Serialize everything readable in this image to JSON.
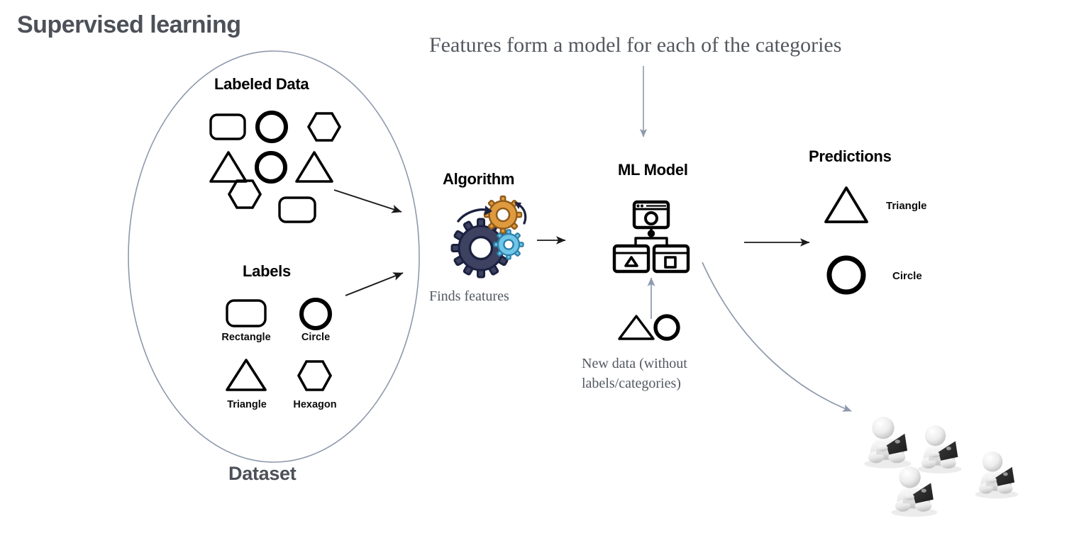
{
  "slide": {
    "title": "Supervised learning",
    "headline": "Features form a model for each of the categories"
  },
  "colors": {
    "title": "#4c5159",
    "headline": "#53585f",
    "ellipse_stroke": "#8e99ad",
    "arrow_dark": "#1a1a1a",
    "arrow_gray": "#8e99ad",
    "shape_stroke": "#000000",
    "gear_navy": "#3d4260",
    "gear_navy_stroke": "#1b2140",
    "gear_orange": "#e09a3e",
    "gear_orange_stroke": "#b3762a",
    "gear_blue": "#6ec6e8",
    "gear_blue_stroke": "#2f7fa8",
    "figure_body": "#f2f2f2",
    "figure_shade": "#c9c9c9",
    "laptop": "#2b2b2b"
  },
  "dataset": {
    "caption": "Dataset",
    "labeled_data": {
      "heading": "Labeled Data",
      "shapes": [
        {
          "type": "rounded-rect",
          "row": 1,
          "col": 1
        },
        {
          "type": "circle",
          "row": 1,
          "col": 2
        },
        {
          "type": "hexagon",
          "row": 1,
          "col": 3
        },
        {
          "type": "triangle",
          "row": 2,
          "col": 1
        },
        {
          "type": "circle",
          "row": 2,
          "col": 2
        },
        {
          "type": "triangle",
          "row": 2,
          "col": 3
        },
        {
          "type": "hexagon",
          "row": 3,
          "col": 1
        },
        {
          "type": "rounded-rect",
          "row": 3,
          "col": 2
        }
      ]
    },
    "labels": {
      "heading": "Labels",
      "items": [
        {
          "shape": "rounded-rect",
          "label": "Rectangle"
        },
        {
          "shape": "circle",
          "label": "Circle"
        },
        {
          "shape": "triangle",
          "label": "Triangle"
        },
        {
          "shape": "hexagon",
          "label": "Hexagon"
        }
      ]
    }
  },
  "algorithm": {
    "heading": "Algorithm",
    "caption": "Finds features",
    "icon": "three-gears-icon"
  },
  "ml_model": {
    "heading": "ML Model",
    "icon": "model-hierarchy-icon",
    "new_data_note": "New data (without\nlabels/categories)",
    "new_data_note_line1": "New data (without",
    "new_data_note_line2": "labels/categories)",
    "new_data_shapes": [
      "triangle",
      "circle"
    ]
  },
  "predictions": {
    "heading": "Predictions",
    "items": [
      {
        "shape": "triangle",
        "label": "Triangle"
      },
      {
        "shape": "circle",
        "label": "Circle"
      }
    ]
  },
  "audience": {
    "icon": "person-with-laptop-icon",
    "count": 4
  },
  "connectors": [
    {
      "name": "headline-down-arrow",
      "style": "straight-gray-vertical"
    },
    {
      "name": "labeled-data-to-algorithm-arrow",
      "style": "straight-black-diagonal-down"
    },
    {
      "name": "labels-to-algorithm-arrow",
      "style": "straight-black-diagonal-up"
    },
    {
      "name": "algorithm-to-model-arrow",
      "style": "straight-black-horizontal"
    },
    {
      "name": "model-to-predictions-arrow",
      "style": "straight-black-horizontal"
    },
    {
      "name": "new-data-to-model-arrow",
      "style": "straight-gray-vertical-up"
    },
    {
      "name": "model-to-audience-arrow",
      "style": "curved-gray"
    }
  ]
}
